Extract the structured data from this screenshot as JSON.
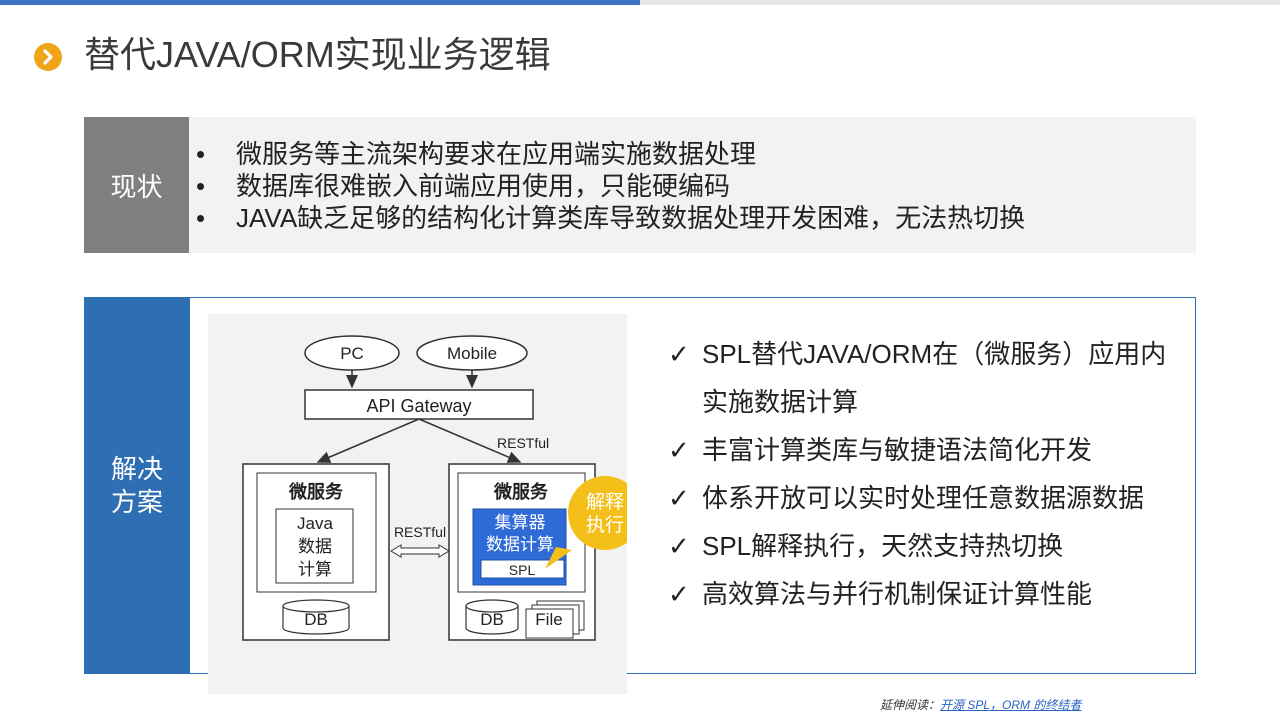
{
  "page_title": "替代JAVA/ORM实现业务逻辑",
  "status": {
    "label": "现状",
    "bullet_glyph": "•",
    "items": [
      "微服务等主流架构要求在应用端实施数据处理",
      "数据库很难嵌入前端应用使用，只能硬编码",
      "JAVA缺乏足够的结构化计算类库导致数据处理开发困难，无法热切换"
    ]
  },
  "solution": {
    "label_line1": "解决",
    "label_line2": "方案",
    "check_glyph": "✓",
    "items": [
      "SPL替代JAVA/ORM在（微服务）应用内",
      "实施数据计算",
      "丰富计算类库与敏捷语法简化开发",
      "体系开放可以实时处理任意数据源数据",
      "SPL解释执行，天然支持热切换",
      "高效算法与并行机制保证计算性能"
    ]
  },
  "diagram": {
    "pc": "PC",
    "mobile": "Mobile",
    "gateway": "API Gateway",
    "restful_top": "RESTful",
    "restful_mid": "RESTful",
    "left_service": {
      "title": "微服务",
      "java_line1": "Java",
      "java_line2": "数据",
      "java_line3": "计算",
      "db": "DB"
    },
    "right_service": {
      "title": "微服务",
      "calc_line1": "集算器",
      "calc_line2": "数据计算",
      "spl": "SPL",
      "db": "DB",
      "file": "File"
    },
    "callout_line1": "解释",
    "callout_line2": "执行"
  },
  "footnote": {
    "prefix": "延伸阅读：",
    "link": "开源 SPL，ORM 的终结者"
  },
  "colors": {
    "accent_blue": "#2e6fb3",
    "bullet_orange": "#f0a418",
    "status_gray": "#7f7f7f",
    "spl_blue": "#2f6bd6",
    "callout_yellow": "#f5bf1a"
  }
}
